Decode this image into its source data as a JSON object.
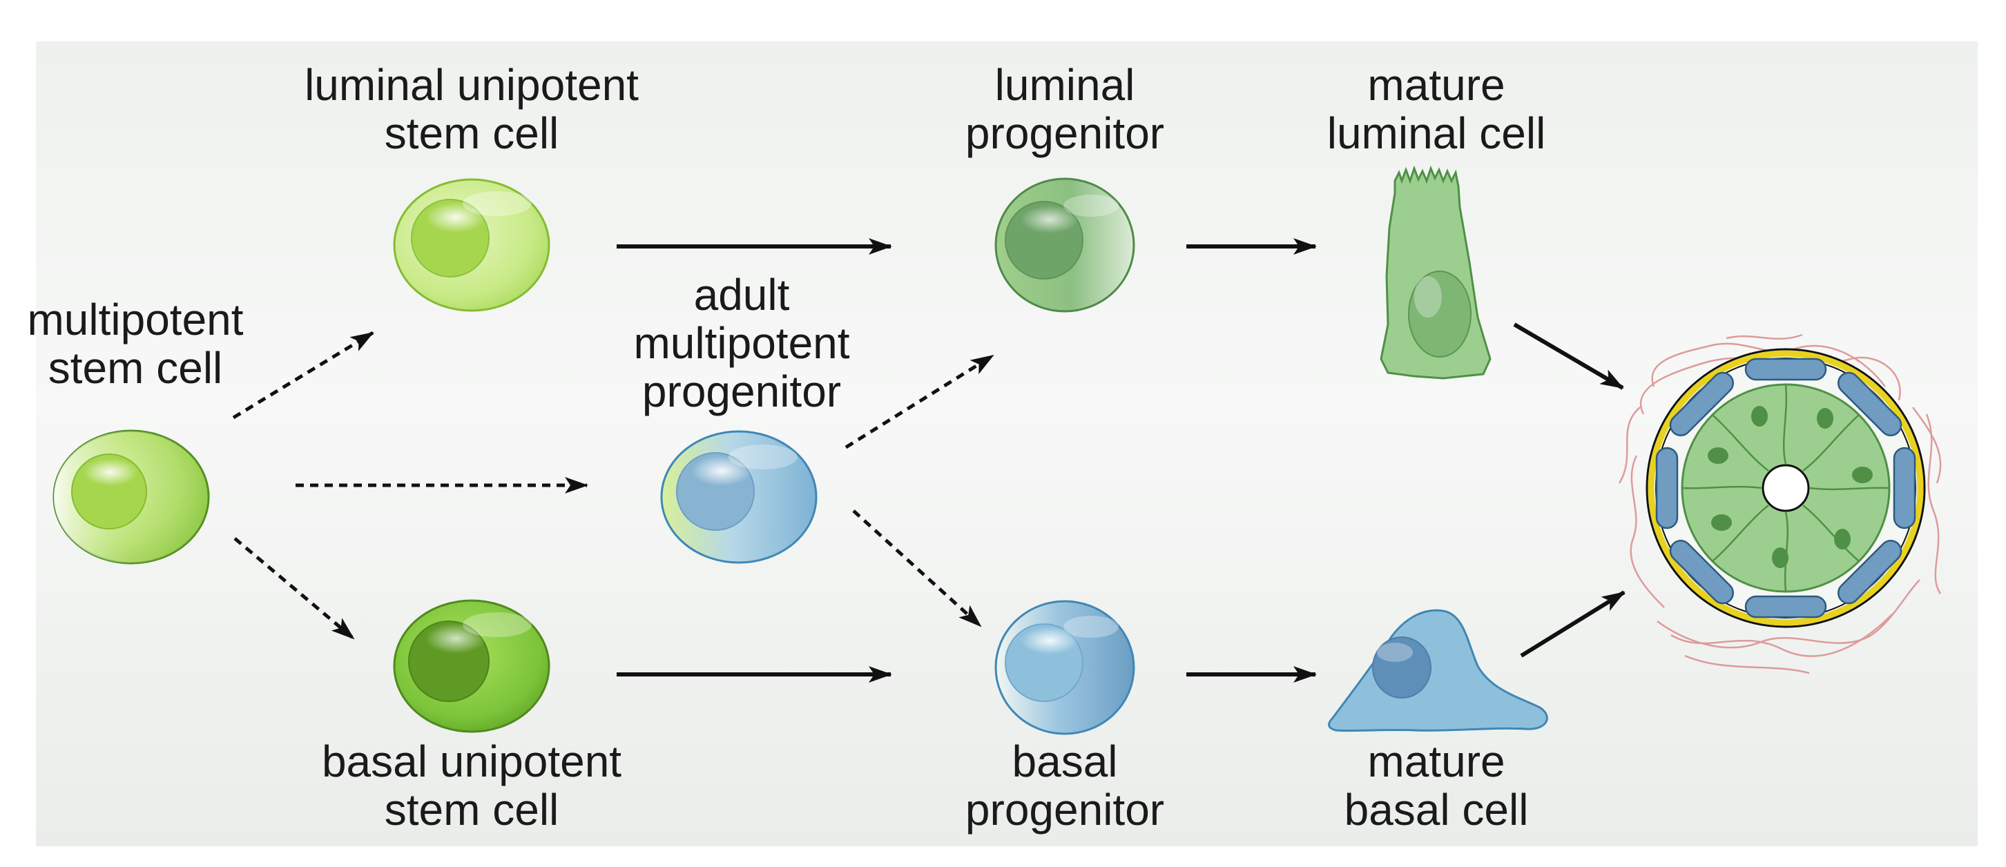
{
  "diagram": {
    "nodes": {
      "multipotent_stem_cell": {
        "lines": [
          "multipotent",
          "stem cell"
        ]
      },
      "luminal_unipotent_stem_cell": {
        "lines": [
          "luminal unipotent",
          "stem cell"
        ]
      },
      "basal_unipotent_stem_cell": {
        "lines": [
          "basal unipotent",
          "stem cell"
        ]
      },
      "adult_multipotent_progenitor": {
        "lines": [
          "adult",
          "multipotent",
          "progenitor"
        ]
      },
      "luminal_progenitor": {
        "lines": [
          "luminal",
          "progenitor"
        ]
      },
      "basal_progenitor": {
        "lines": [
          "basal",
          "progenitor"
        ]
      },
      "mature_luminal_cell": {
        "lines": [
          "mature",
          "luminal cell"
        ]
      },
      "mature_basal_cell": {
        "lines": [
          "mature",
          "basal cell"
        ]
      }
    },
    "edges": [
      {
        "from": "multipotent_stem_cell",
        "to": "luminal_unipotent_stem_cell",
        "style": "dashed"
      },
      {
        "from": "multipotent_stem_cell",
        "to": "adult_multipotent_progenitor",
        "style": "dashed"
      },
      {
        "from": "multipotent_stem_cell",
        "to": "basal_unipotent_stem_cell",
        "style": "dashed"
      },
      {
        "from": "luminal_unipotent_stem_cell",
        "to": "luminal_progenitor",
        "style": "solid"
      },
      {
        "from": "basal_unipotent_stem_cell",
        "to": "basal_progenitor",
        "style": "solid"
      },
      {
        "from": "adult_multipotent_progenitor",
        "to": "luminal_progenitor",
        "style": "dashed"
      },
      {
        "from": "adult_multipotent_progenitor",
        "to": "basal_progenitor",
        "style": "dashed"
      },
      {
        "from": "luminal_progenitor",
        "to": "mature_luminal_cell",
        "style": "solid"
      },
      {
        "from": "basal_progenitor",
        "to": "mature_basal_cell",
        "style": "solid"
      },
      {
        "from": "mature_luminal_cell",
        "to": "mammary_duct",
        "style": "solid"
      },
      {
        "from": "mature_basal_cell",
        "to": "mammary_duct",
        "style": "solid"
      }
    ]
  },
  "colors": {
    "background": "#eef0ee",
    "arrow": "#111111",
    "light_green": "#b7e06a",
    "bright_green": "#7cc43a",
    "muted_green": "#7fb47a",
    "luminal_cell": "#9ccf8f",
    "blue_cell": "#8fbad6",
    "basal_cell": "#8ec0dc",
    "myoepithelial": "#6f9cc0",
    "basement_ring": "#e8d21f",
    "stroma": "#d98c8c"
  }
}
